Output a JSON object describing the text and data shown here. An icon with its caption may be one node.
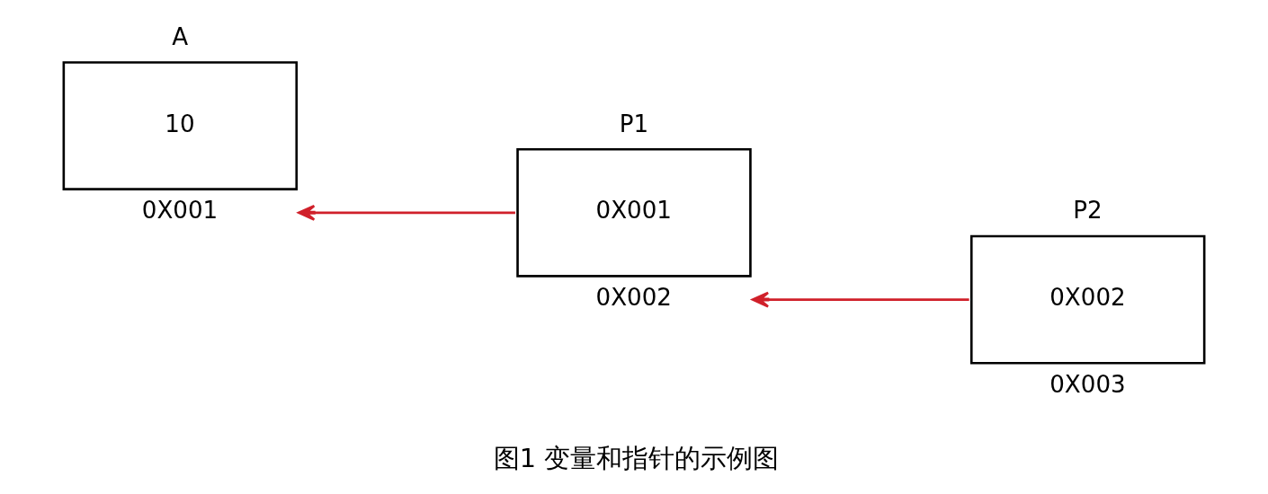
{
  "diagram": {
    "caption": "图1 变量和指针的示例图",
    "nodes": [
      {
        "text": [
          "A",
          "10"
        ],
        "beside": [
          "0X001"
        ]
      },
      {
        "text": [
          "P1",
          "0X001"
        ],
        "beside": [
          "0X002"
        ]
      },
      {
        "text": [
          "P2",
          "0X002"
        ],
        "beside": [
          "0X003"
        ]
      }
    ],
    "edges": [
      {
        "from": 1,
        "to": 0,
        "arrow": "to"
      },
      {
        "from": 2,
        "to": 1,
        "arrow": "to"
      }
    ]
  }
}
